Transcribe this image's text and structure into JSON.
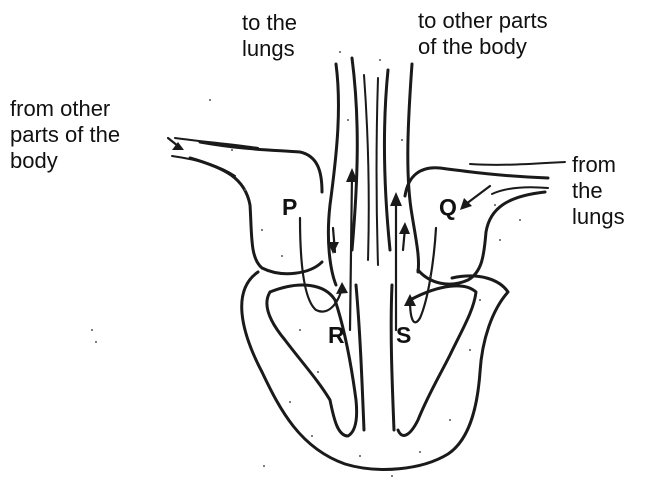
{
  "labels": {
    "to_lungs": [
      "to the",
      "lungs"
    ],
    "to_body": [
      "to other parts",
      "of the body"
    ],
    "from_body": [
      "from other",
      "parts of the",
      "body"
    ],
    "from_lungs": [
      "from",
      "the",
      "lungs"
    ]
  },
  "chambers": {
    "p": "P",
    "q": "Q",
    "r": "R",
    "s": "S"
  },
  "colors": {
    "ink": "#1a1a1a",
    "background": "#ffffff"
  }
}
